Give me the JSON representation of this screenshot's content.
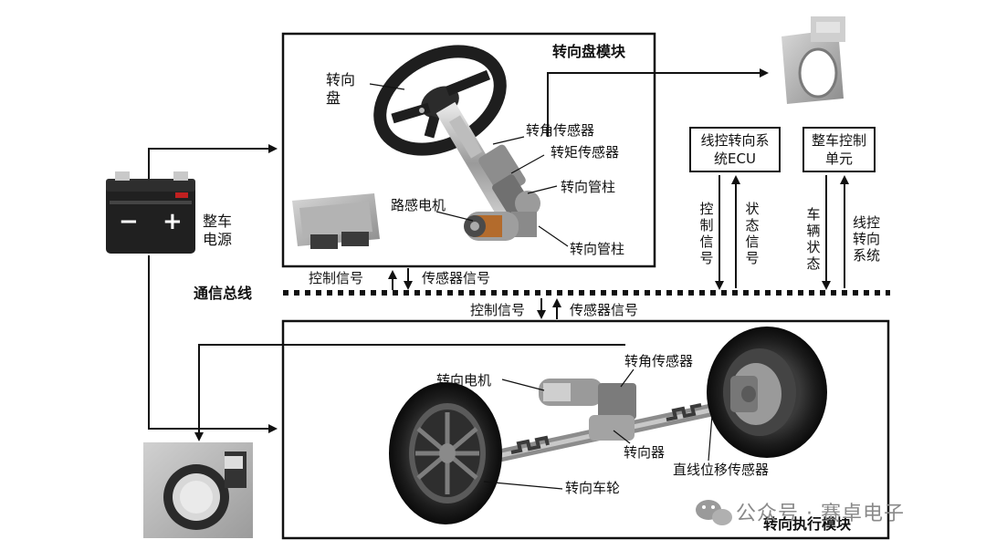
{
  "modules": {
    "steering_wheel_module": "转向盘模块",
    "steering_execution_module": "转向执行模块"
  },
  "bus": {
    "label": "通信总线"
  },
  "power": {
    "label": "整车电源",
    "minus": "−",
    "plus": "+"
  },
  "top_module": {
    "steering_wheel": "转向盘",
    "angle_sensor": "转角传感器",
    "torque_sensor": "转矩传感器",
    "column_1": "转向管柱",
    "road_feel_motor": "路感电机",
    "column_2": "转向管柱"
  },
  "ecu": {
    "label": "线控转向系统ECU"
  },
  "vcu": {
    "label": "整车控制单元"
  },
  "vertical_signals": {
    "control": "控制信号",
    "status": "状态信号",
    "vehicle_status": "车辆状态",
    "steer_by_wire": "线控转向系统"
  },
  "bus_signals": {
    "top_control": "控制信号",
    "top_sensor": "传感器信号",
    "bottom_control": "控制信号",
    "bottom_sensor": "传感器信号"
  },
  "bottom_module": {
    "angle_sensor": "转角传感器",
    "motor": "转向电机",
    "steering_gear": "转向器",
    "linear_sensor": "直线位移传感器",
    "wheel": "转向车轮"
  },
  "watermark": "公众号 · 赛卓电子"
}
